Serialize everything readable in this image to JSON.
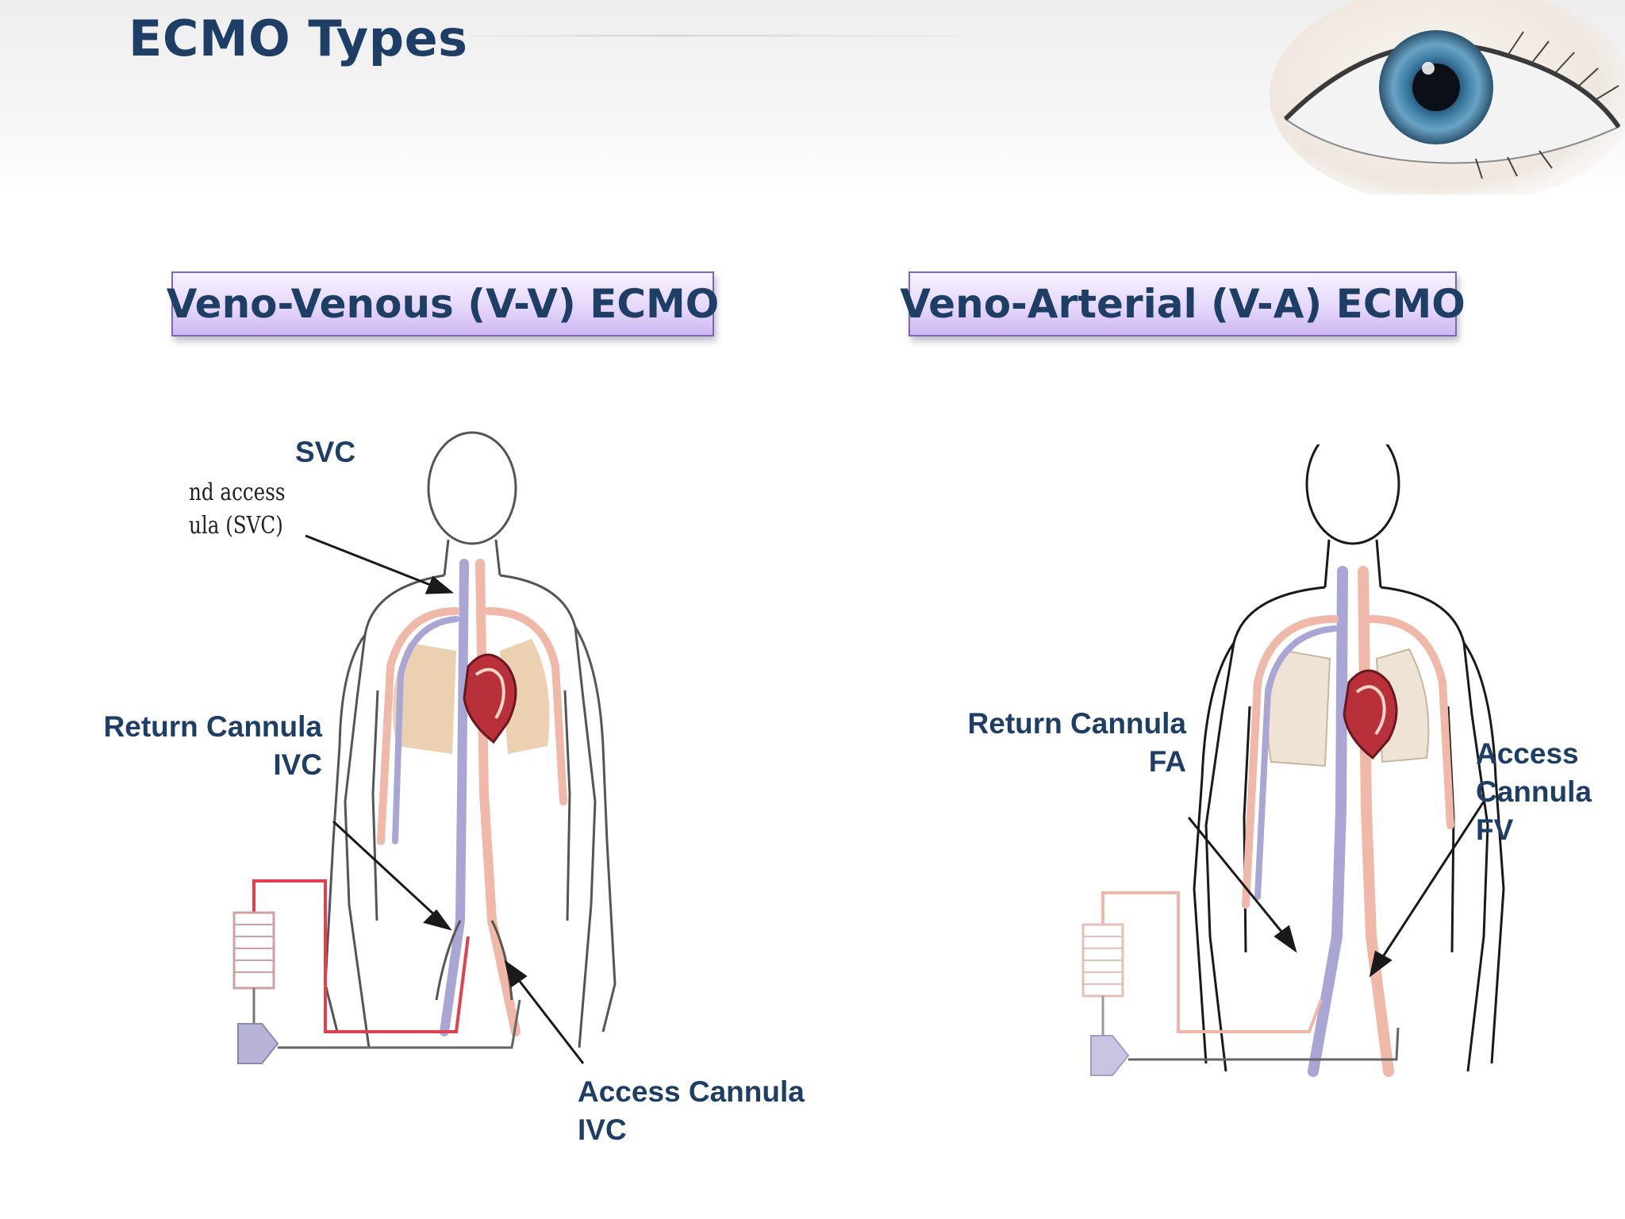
{
  "page": {
    "title": "ECMO Types"
  },
  "types": {
    "vv": "Veno-Venous (V-V) ECMO",
    "va": "Veno-Arterial (V-A) ECMO"
  },
  "vv_diagram": {
    "svc_label": "SVC",
    "faint_line1": "nd access",
    "faint_line2": "ula (SVC)",
    "return_line1": "Return Cannula",
    "return_line2": "IVC",
    "access_line1": "Access Cannula",
    "access_line2": "IVC"
  },
  "va_diagram": {
    "return_line1": "Return Cannula",
    "return_line2": "FA",
    "access_line1": "Access",
    "access_line2": "Cannula",
    "access_line3": "FV"
  },
  "icons": [
    "eye-image",
    "human-body-diagram",
    "oxygenator-icon",
    "pump-icon"
  ],
  "colors": {
    "title": "#1f3e66",
    "box_border": "#7c68b0",
    "box_fill": "#e6d8fb",
    "vein": "#a9a6d6",
    "artery": "#f0b8a8",
    "cannula_red": "#e04050",
    "lung": "#e8c9a4",
    "heart": "#b8303a"
  }
}
